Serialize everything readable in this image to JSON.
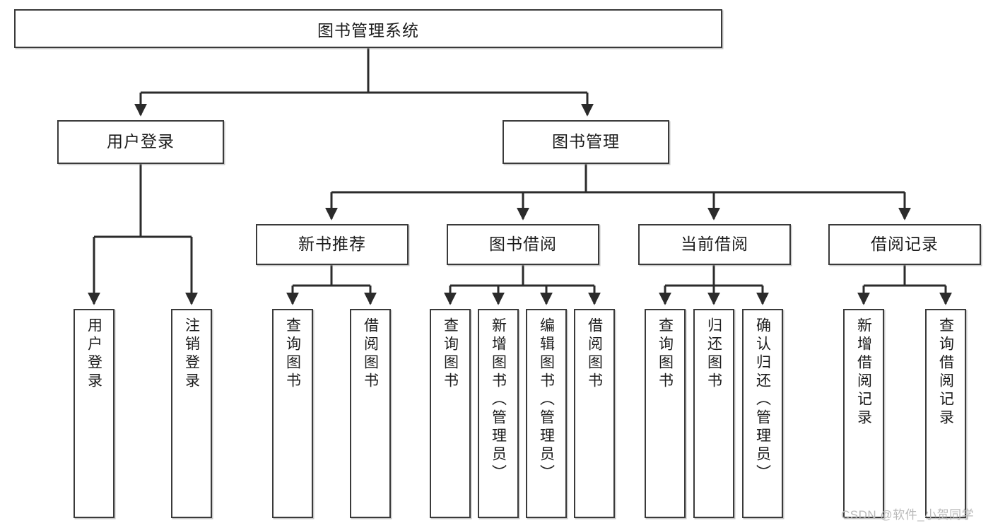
{
  "diagram": {
    "type": "tree-hierarchy",
    "title": "图书管理系统",
    "watermark": "CSDN @软件_小贺同学",
    "colors": {
      "box_border": "#3a3a3a",
      "box_fill": "#ffffff",
      "connector": "#2b2b2b",
      "text": "#1b1b1b",
      "watermark": "#b9b9b9"
    },
    "levels": {
      "root": {
        "label": "图书管理系统"
      },
      "level2": [
        {
          "label": "用户登录"
        },
        {
          "label": "图书管理"
        }
      ],
      "level3": [
        {
          "label": "新书推荐"
        },
        {
          "label": "图书借阅"
        },
        {
          "label": "当前借阅"
        },
        {
          "label": "借阅记录"
        }
      ],
      "leaves": {
        "user_login": [
          {
            "label": "用户登录"
          },
          {
            "label": "注销登录"
          }
        ],
        "new_book_recommend": [
          {
            "label": "查询图书"
          },
          {
            "label": "借阅图书"
          }
        ],
        "book_borrow": [
          {
            "label": "查询图书"
          },
          {
            "label": "新增图书（管理员）"
          },
          {
            "label": "编辑图书（管理员）"
          },
          {
            "label": "借阅图书"
          }
        ],
        "current_borrow": [
          {
            "label": "查询图书"
          },
          {
            "label": "归还图书"
          },
          {
            "label": "确认归还（管理员）"
          }
        ],
        "borrow_record": [
          {
            "label": "新增借阅记录"
          },
          {
            "label": "查询借阅记录"
          }
        ]
      }
    }
  }
}
